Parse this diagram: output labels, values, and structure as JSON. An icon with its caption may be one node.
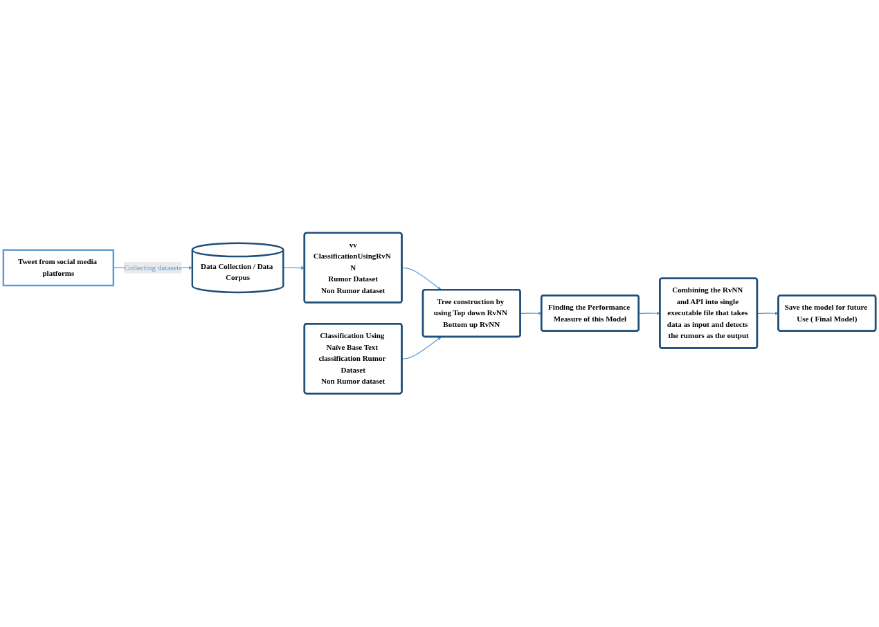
{
  "diagram": {
    "nodes": [
      {
        "text": [
          "Tweet from social media platforms"
        ]
      },
      {
        "text": [
          "Data Collection / Data Corpus"
        ]
      },
      {
        "text": [
          "vv",
          "ClassificationUsingRvN N",
          "Rumor Dataset",
          "Non Rumor dataset"
        ]
      },
      {
        "text": [
          "Tree construction by using Top down RvNN Bottom up RvNN"
        ]
      },
      {
        "text": [
          "Finding the Performance Measure of this Model"
        ]
      },
      {
        "text": [
          "Classification Using Naïve Base Text classification Rumor Dataset",
          "Non Rumor dataset"
        ]
      },
      {
        "text": [
          "Combining the RvNN and API into single executable file that takes data as input and detects the rumors as the output"
        ]
      },
      {
        "text": [
          "Save the model for future Use ( Final Model)"
        ]
      }
    ],
    "edges": [
      {
        "from": 0,
        "to": 1,
        "arrow": "to",
        "label": "Collecting datasets"
      },
      {
        "from": 1,
        "to": 2,
        "arrow": "to"
      },
      {
        "from": 2,
        "to": 3,
        "arrow": "to"
      },
      {
        "from": 5,
        "to": 3,
        "arrow": "to"
      },
      {
        "from": 3,
        "to": 4,
        "arrow": "to"
      },
      {
        "from": 4,
        "to": 6,
        "arrow": "to"
      },
      {
        "from": 6,
        "to": 7,
        "arrow": "to"
      }
    ]
  }
}
